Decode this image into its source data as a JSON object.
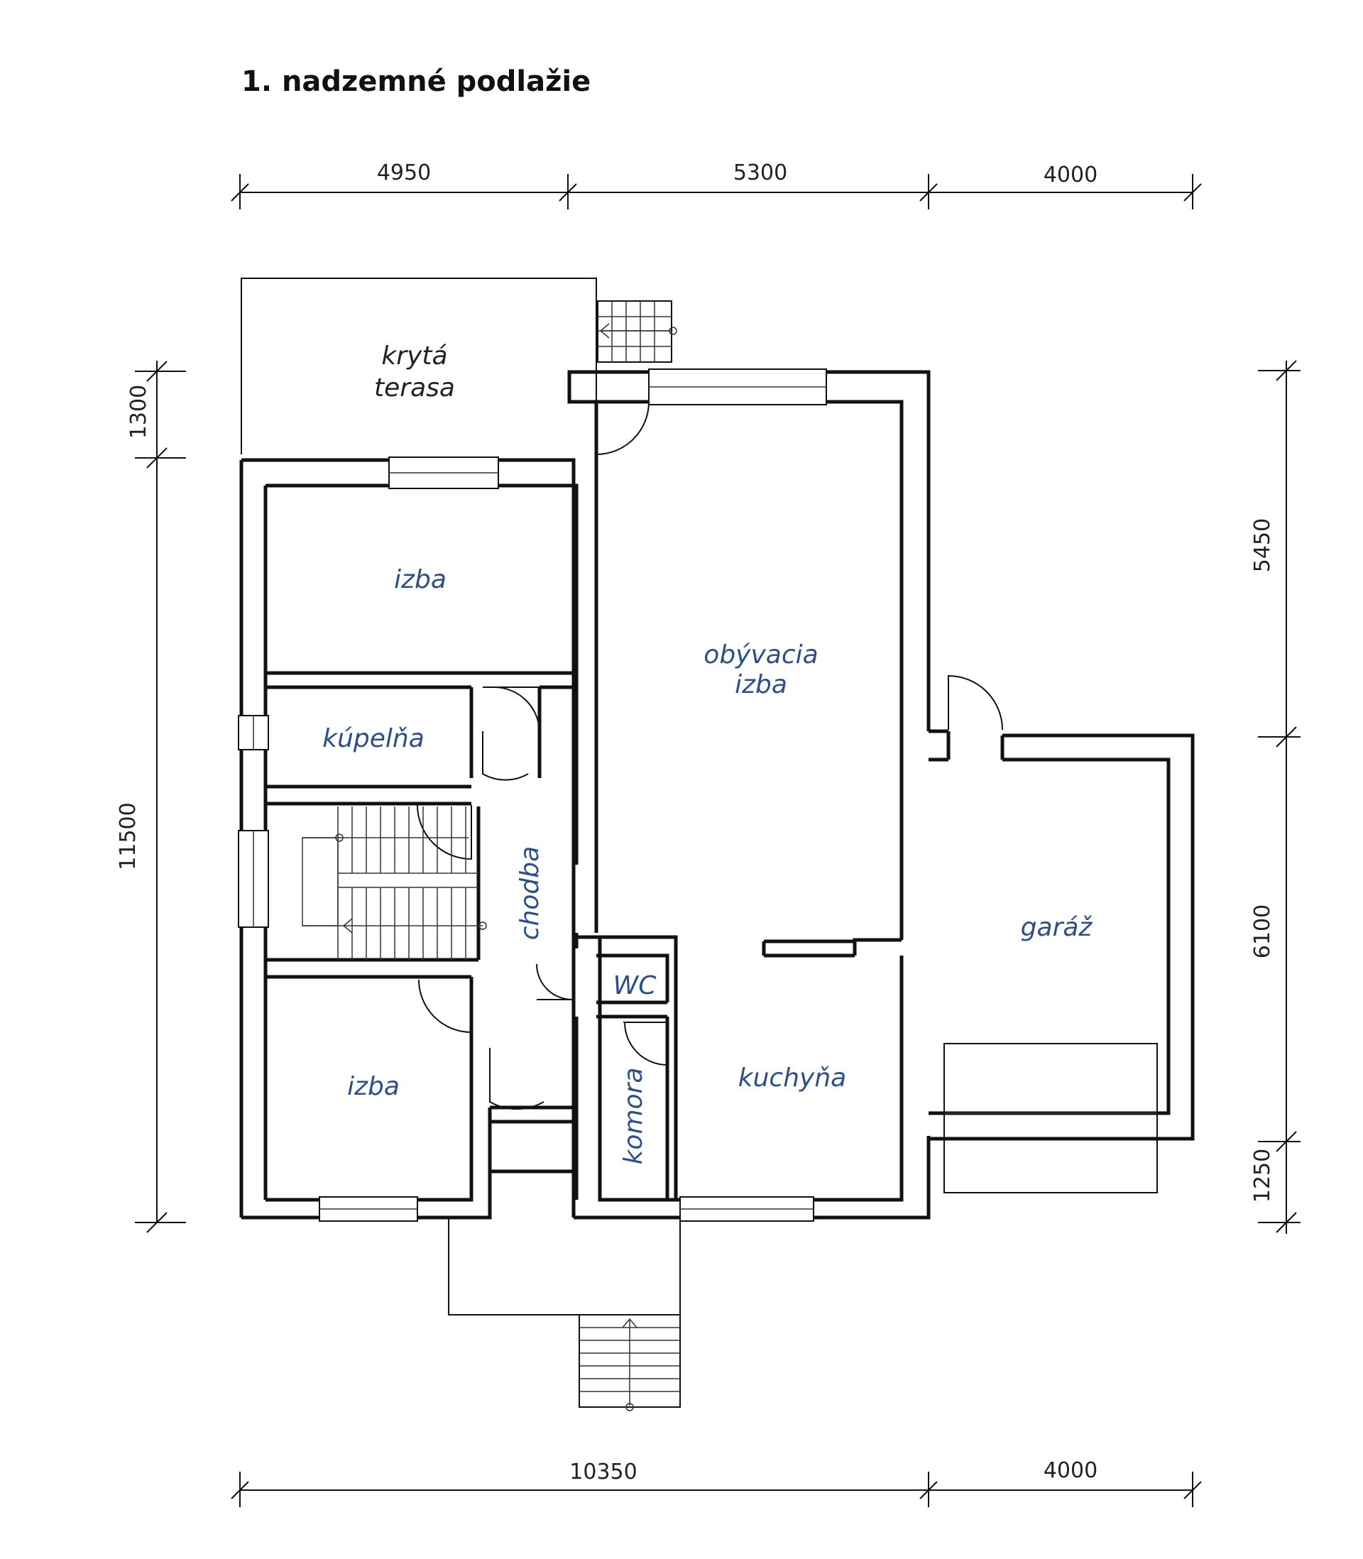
{
  "title": "1. nadzemné podlažie",
  "dimensions": {
    "top": [
      "4950",
      "5300",
      "4000"
    ],
    "bottom": [
      "10350",
      "4000"
    ],
    "left": [
      "1300",
      "11500"
    ],
    "right": [
      "5450",
      "6100",
      "1250"
    ]
  },
  "rooms": {
    "terrace_line1": "krytá",
    "terrace_line2": "terasa",
    "bedroom_top": "izba",
    "bathroom": "kúpelňa",
    "living_line1": "obývacia",
    "living_line2": "izba",
    "corridor": "chodba",
    "wc": "WC",
    "pantry": "komora",
    "kitchen": "kuchyňa",
    "bedroom_bottom": "izba",
    "garage": "garáž"
  },
  "colors": {
    "room_label": "#2b4f86",
    "walls": "#111111"
  }
}
